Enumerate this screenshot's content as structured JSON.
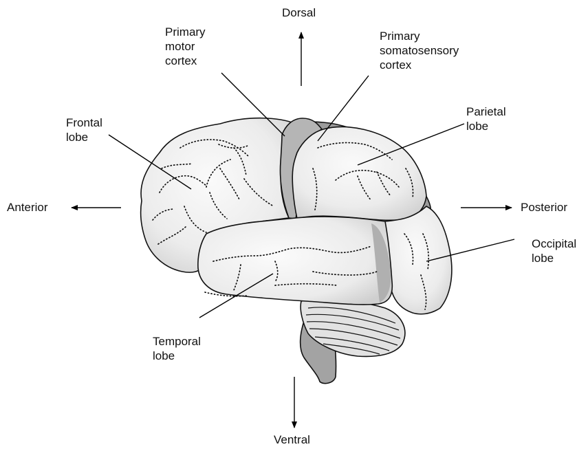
{
  "directions": {
    "dorsal": "Dorsal",
    "ventral": "Ventral",
    "anterior": "Anterior",
    "posterior": "Posterior"
  },
  "labels": {
    "primary_motor_cortex": [
      "Primary",
      "motor",
      "cortex"
    ],
    "primary_somatosensory_cortex": [
      "Primary",
      "somatosensory",
      "cortex"
    ],
    "frontal_lobe": [
      "Frontal",
      "lobe"
    ],
    "parietal_lobe": [
      "Parietal",
      "lobe"
    ],
    "occipital_lobe": [
      "Occipital",
      "lobe"
    ],
    "temporal_lobe": [
      "Temporal",
      "lobe"
    ]
  },
  "colors": {
    "lobe_fill": "#ececec",
    "lobe_highlight": "#f7f7f7",
    "shadow": "#9a9a9a",
    "brainstem": "#a3a3a3",
    "outline": "#111111"
  }
}
